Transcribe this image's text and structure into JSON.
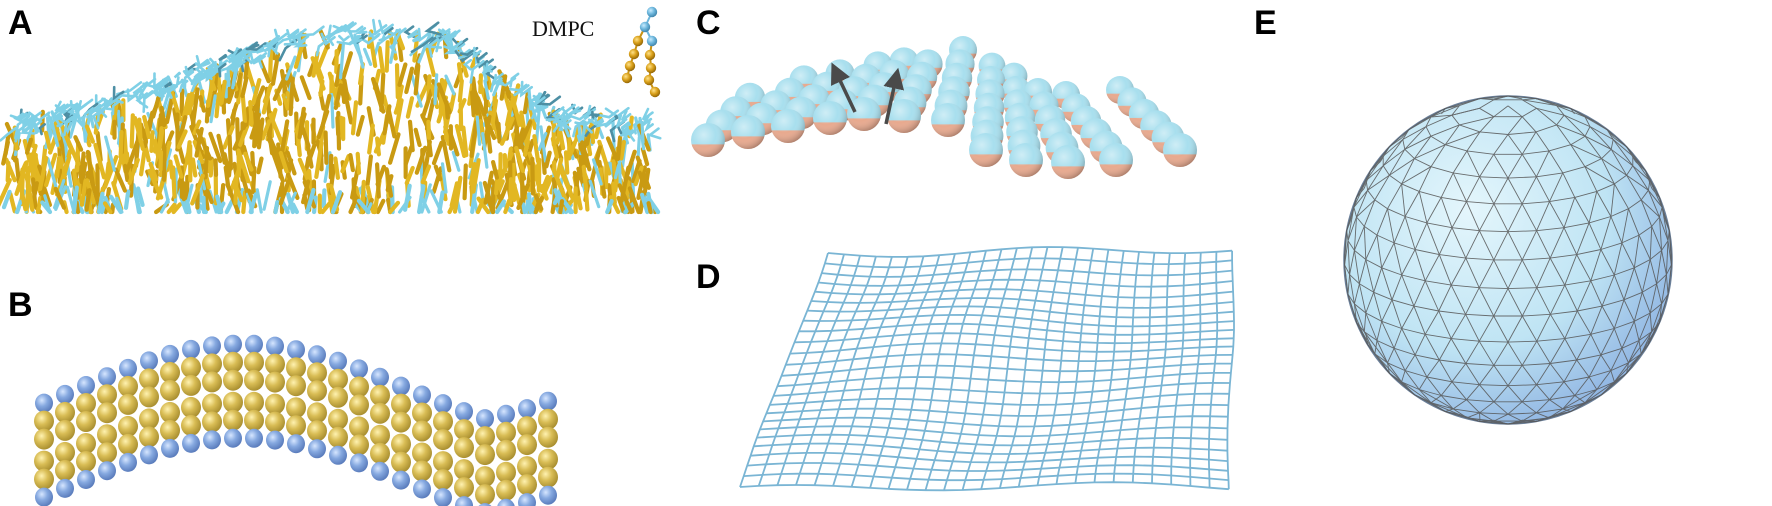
{
  "figure": {
    "panels": [
      {
        "id": "A",
        "label": "A",
        "description": "All-atom lipid bilayer (stick representation)"
      },
      {
        "id": "B",
        "label": "B",
        "description": "Coarse-grained bead bilayer with undulation"
      },
      {
        "id": "C",
        "label": "C",
        "description": "Single-particle lipid model with orientation vectors"
      },
      {
        "id": "D",
        "label": "D",
        "description": "Continuum mesh membrane"
      },
      {
        "id": "E",
        "label": "E",
        "description": "Triangulated spherical vesicle"
      }
    ],
    "inset": {
      "label": "DMPC",
      "head_color": "#6cb6dc",
      "tail_color": "#d9a01a"
    },
    "colors": {
      "tail_yellow": "#e2b722",
      "head_cyan": "#7fd0e6",
      "head_blue": "#7ea2dc",
      "bead_yellow": "#d9bd55",
      "sphere_top": "#a8dfee",
      "sphere_bottom": "#e8a98e",
      "arrow": "#4a4a4a",
      "mesh_line": "#7ab5d4",
      "vesicle_fill": "#c8e8f6",
      "vesicle_edge": "#555555"
    },
    "panel_b": {
      "columns": 25,
      "beads_per_column": [
        "head",
        "tail",
        "tail",
        "tail",
        "tail",
        "head"
      ]
    },
    "panel_c": {
      "arrows": 2
    },
    "panel_d": {
      "grid_rows": 24,
      "grid_cols": 26
    }
  }
}
